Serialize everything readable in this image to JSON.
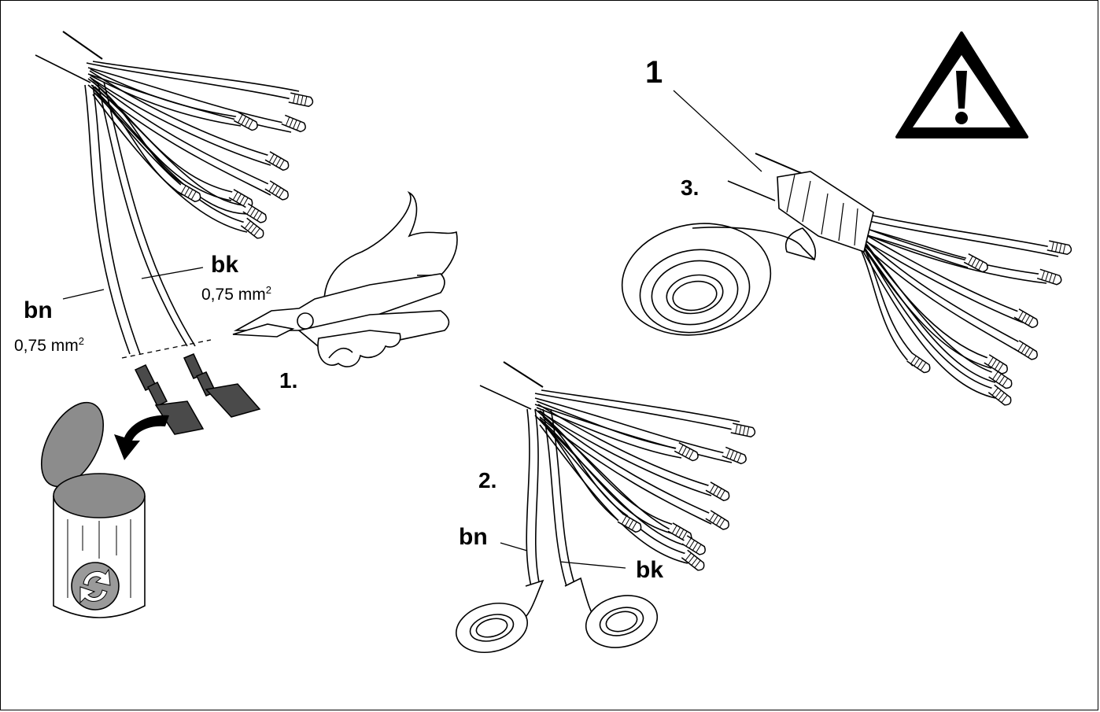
{
  "labels": {
    "part_1": "1",
    "step_1": "1.",
    "step_2": "2.",
    "step_3": "3.",
    "bn": "bn",
    "bk": "bk",
    "cross_section": "0,75 mm",
    "exponent": "2"
  },
  "colors": {
    "line": "#000000",
    "fill": "#ffffff",
    "connector": "#4a4a4a",
    "bin_lid": "#8c8c8c",
    "recycle": "#9a9a9a"
  },
  "icons": [
    "warning-icon",
    "scissors-pliers-icon",
    "recycle-bin-icon",
    "insulating-tape-icon"
  ]
}
